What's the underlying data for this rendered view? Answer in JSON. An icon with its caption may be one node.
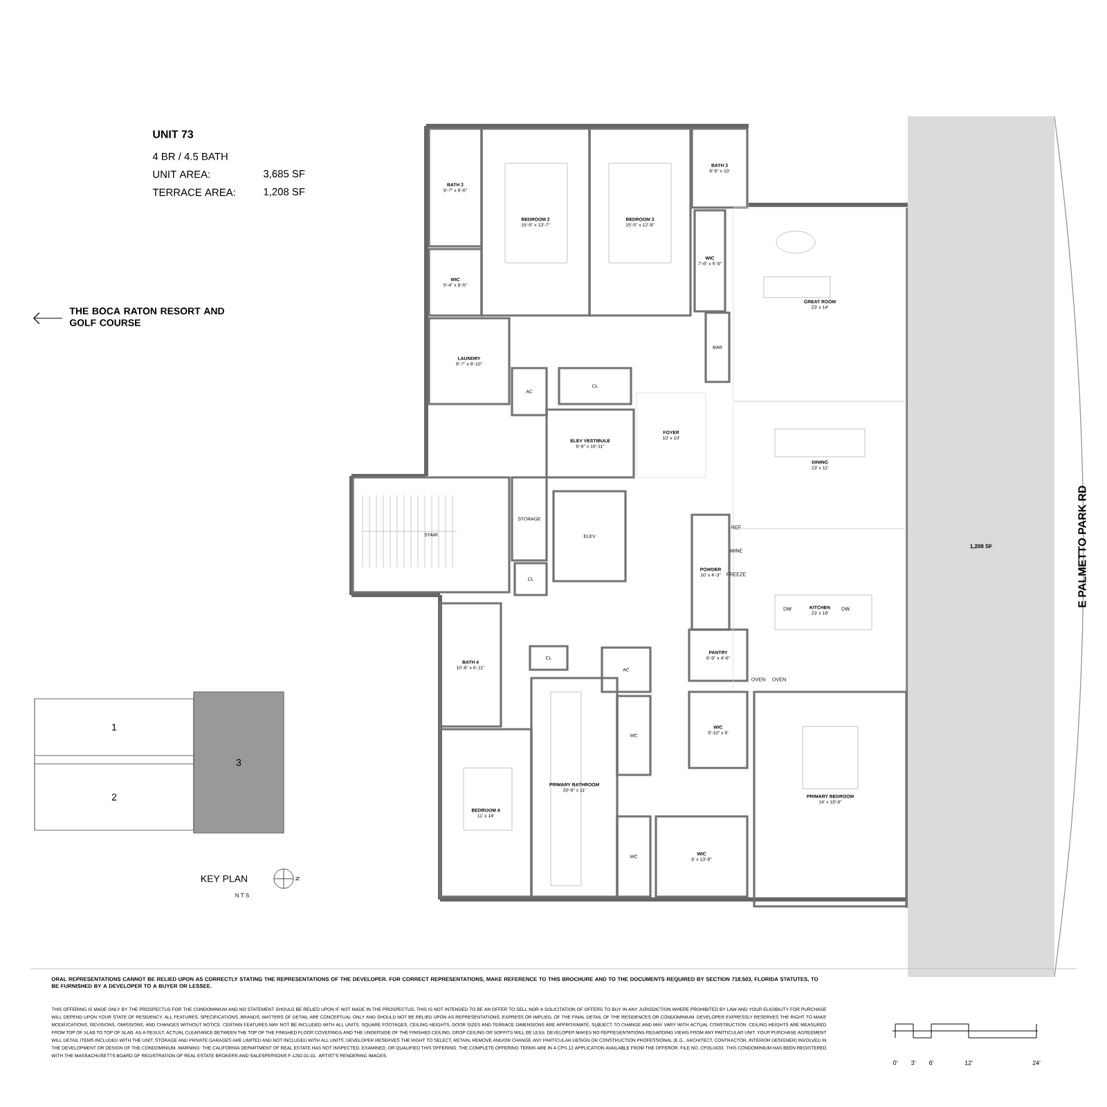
{
  "diagram": {
    "nodes": [
      {
        "text": [
          "BATH 2",
          "9'-7\" x 6'-6\""
        ]
      },
      {
        "text": [
          "BEDROOM 2",
          "15'-5\" x 13'-7\""
        ]
      },
      {
        "text": [
          "BEDROOM 3",
          "15'-5\" x 12'-9\""
        ]
      },
      {
        "text": [
          "BATH 3",
          "6'-5\" x 10'"
        ]
      },
      {
        "text": [
          "WIC",
          "5'-4\" x 6'-5\""
        ]
      },
      {
        "text": [
          "WIC",
          "7'-6\" x 5'-9\""
        ]
      },
      {
        "text": [
          "LAUNDRY",
          "8'-7\" x 9'-10\""
        ]
      },
      {
        "text": [
          "AC"
        ]
      },
      {
        "text": [
          "CL"
        ]
      },
      {
        "text": [
          "BAR"
        ]
      },
      {
        "text": [
          "GREAT ROOM",
          "23' x 14'"
        ]
      },
      {
        "text": [
          "ELEV VESTIBULE",
          "6'-6\" x 10'-11\""
        ]
      },
      {
        "text": [
          "FOYER",
          "10' x 10'"
        ]
      },
      {
        "text": [
          "DINING",
          "23' x 11'"
        ]
      },
      {
        "text": [
          "STAIR"
        ]
      },
      {
        "text": [
          "STORAGE"
        ]
      },
      {
        "text": [
          "ELEV"
        ]
      },
      {
        "text": [
          "CL"
        ]
      },
      {
        "text": [
          "POWDER",
          "10' x 4'-3\""
        ]
      },
      {
        "text": [
          "BATH 4",
          "10'-6\" x 6'-11\""
        ]
      },
      {
        "text": [
          "CL"
        ]
      },
      {
        "text": [
          "AC"
        ]
      },
      {
        "text": [
          "PANTRY",
          "6'-9\" x 4'-6\""
        ]
      },
      {
        "text": [
          "KITCHEN",
          "23' x 16'"
        ]
      },
      {
        "text": [
          "WIC",
          "8'-10\" x 6'"
        ]
      },
      {
        "text": [
          "PRIMARY BEDROOM",
          "14' x 18'-6\""
        ]
      },
      {
        "text": [
          "WC"
        ]
      },
      {
        "text": [
          "BEDROOM 4",
          "11' x 14'"
        ]
      },
      {
        "text": [
          "PRIMARY BATHROOM",
          "20'-6\" x 11'"
        ]
      },
      {
        "text": [
          "WC"
        ]
      },
      {
        "text": [
          "WIC",
          "6' x 13'-8\""
        ]
      },
      {
        "text": [
          "1,208 SF"
        ]
      },
      {
        "text": [
          "1"
        ]
      },
      {
        "text": [
          "2"
        ]
      },
      {
        "text": [
          "3"
        ]
      }
    ],
    "labels": [
      "UNIT 73",
      "4 BR / 4.5 BATH",
      "UNIT AREA:",
      "3,685 SF",
      "TERRACE AREA:",
      "1,208 SF",
      "THE BOCA RATON RESORT AND GOLF COURSE",
      "REF",
      "WINE",
      "FREEZE",
      "DW",
      "DW",
      "OVEN",
      "OVEN",
      "E PALMETTO PARK RD",
      "KEY PLAN",
      "N T S",
      "N",
      "ORAL REPRESENTATIONS CANNOT BE RELIED UPON AS CORRECTLY STATING THE REPRESENTATIONS OF THE DEVELOPER. FOR CORRECT REPRESENTATIONS, MAKE REFERENCE TO THIS BROCHURE AND TO THE DOCUMENTS REQUIRED BY SECTION 718.503, FLORIDA STATUTES, TO BE FURNISHED BY A DEVELOPER TO A BUYER OR LESSEE.",
      "THIS OFFERING IS MADE ONLY BY THE PROSPECTUS FOR THE CONDOMINIUM AND NO STATEMENT SHOULD BE RELIED UPON IF NOT MADE IN THE PROSPECTUS. THIS IS NOT INTENDED TO BE AN OFFER TO SELL NOR A SOLICITATION OF OFFERS TO BUY IN ANY JURISDICTION WHERE PROHIBITED BY LAW AND YOUR ELIGIBILITY FOR PURCHASE WILL DEPEND UPON YOUR STATE OF RESIDENCY. ALL FEATURES, SPECIFICATIONS, BRANDS, MATTERS OF DETAIL ARE CONCEPTUAL ONLY AND SHOULD NOT BE RELIED UPON AS REPRESENTATIONS, EXPRESS OR IMPLIED, OF THE FINAL DETAIL OF THE RESIDENCES OR CONDOMINIUM. DEVELOPER EXPRESSLY RESERVES THE RIGHT TO MAKE MODIFICATIONS, REVISIONS, OMISSIONS, AND CHANGES WITHOUT NOTICE. CERTAIN FEATURES MAY NOT BE INCLUDED WITH ALL UNITS. SQUARE FOOTAGES, CEILING HEIGHTS, DOOR SIZES AND TERRACE DIMENSIONS ARE APPROXIMATE, SUBJECT TO CHANGE AND MAY VARY WITH ACTUAL CONSTRUCTION. CEILING HEIGHTS ARE MEASURED FROM TOP OF SLAB TO TOP OF SLAB. AS A RESULT, ACTUAL CLEARANCE BETWEEN THE TOP OF THE FINISHED FLOOR COVERINGS AND THE UNDERSIDE OF THE FINISHED CEILING, DROP CEILING OR SOFFITS WILL BE LESS. DEVELOPER MAKES NO REPRESENTATIONS REGARDING VIEWS FROM ANY PARTICULAR UNIT. YOUR PURCHASE AGREEMENT WILL DETAIL ITEMS INCLUDED WITH THE UNIT. STORAGE AND PRIVATE GARAGES ARE LIMITED AND NOT INCLUDED WITH ALL UNITS. DEVELOPER RESERVES THE RIGHT TO SELECT, RETAIN, REMOVE AND/OR CHANGE ANY PARTICULAR DESIGN OR CONSTRUCTION PROFESSIONAL (E.G., ARCHITECT, CONTRACTOR, INTERIOR DESIGNER) INVOLVED IN THE DEVELOPMENT OR DESIGN OF THE CONDOMINIUM. WARNING: THE CALIFORNIA DEPARTMENT OF REAL ESTATE HAS NOT INSPECTED, EXAMINED, OR QUALIFIED THIS OFFERING. THE COMPLETE OFFERING TERMS ARE IN A CPS-12 APPLICATION AVAILABLE FROM THE OFFEROR. FILE NO. CP26-0033. THIS CONDOMINIUM HAS BEEN REGISTERED WITH THE MASSACHUSETTS BOARD OF REGISTRATION OF REAL ESTATE BROKERS AND SALESPERSONS F-1292-01-01. ARTIST'S RENDERING IMAGES.",
      "0'",
      "3'",
      "6'",
      "12'",
      "24'"
    ]
  }
}
